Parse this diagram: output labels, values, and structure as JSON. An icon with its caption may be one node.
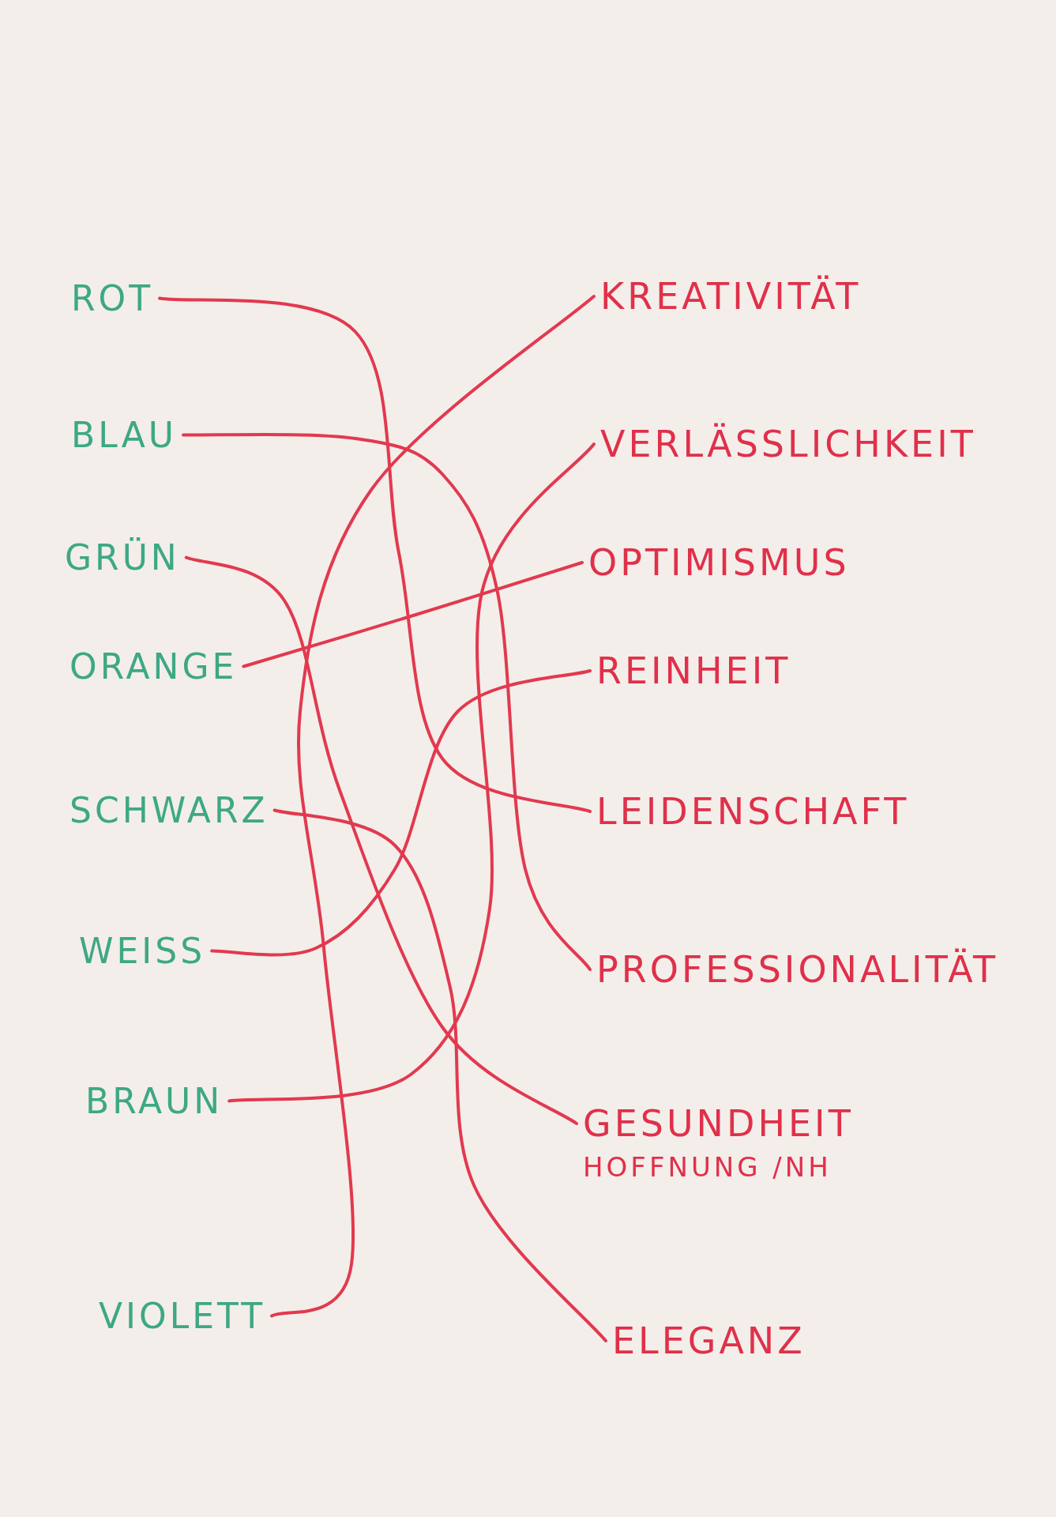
{
  "diagram": {
    "nodes": [
      {
        "text": [
          "ROT"
        ]
      },
      {
        "text": [
          "BLAU"
        ]
      },
      {
        "text": [
          "GRÜN"
        ]
      },
      {
        "text": [
          "ORANGE"
        ]
      },
      {
        "text": [
          "SCHWARZ"
        ]
      },
      {
        "text": [
          "WEISS"
        ]
      },
      {
        "text": [
          "BRAUN"
        ]
      },
      {
        "text": [
          "VIOLETT"
        ]
      },
      {
        "text": [
          "KREATIVITÄT"
        ]
      },
      {
        "text": [
          "VERLÄSSLICHKEIT"
        ]
      },
      {
        "text": [
          "OPTIMISMUS"
        ]
      },
      {
        "text": [
          "REINHEIT"
        ]
      },
      {
        "text": [
          "LEIDENSCHAFT"
        ]
      },
      {
        "text": [
          "PROFESSIONALITÄT"
        ]
      },
      {
        "text": [
          "GESUNDHEIT",
          "HOFFNUNG /NH"
        ]
      },
      {
        "text": [
          "ELEGANZ"
        ]
      }
    ],
    "edges": [
      {
        "from": 0,
        "to": 12,
        "arrow": "none"
      },
      {
        "from": 1,
        "to": 13,
        "arrow": "none"
      },
      {
        "from": 2,
        "to": 14,
        "arrow": "none"
      },
      {
        "from": 3,
        "to": 10,
        "arrow": "none"
      },
      {
        "from": 4,
        "to": 15,
        "arrow": "none"
      },
      {
        "from": 5,
        "to": 11,
        "arrow": "none"
      },
      {
        "from": 6,
        "to": 9,
        "arrow": "none"
      },
      {
        "from": 7,
        "to": 8,
        "arrow": "none"
      }
    ]
  }
}
